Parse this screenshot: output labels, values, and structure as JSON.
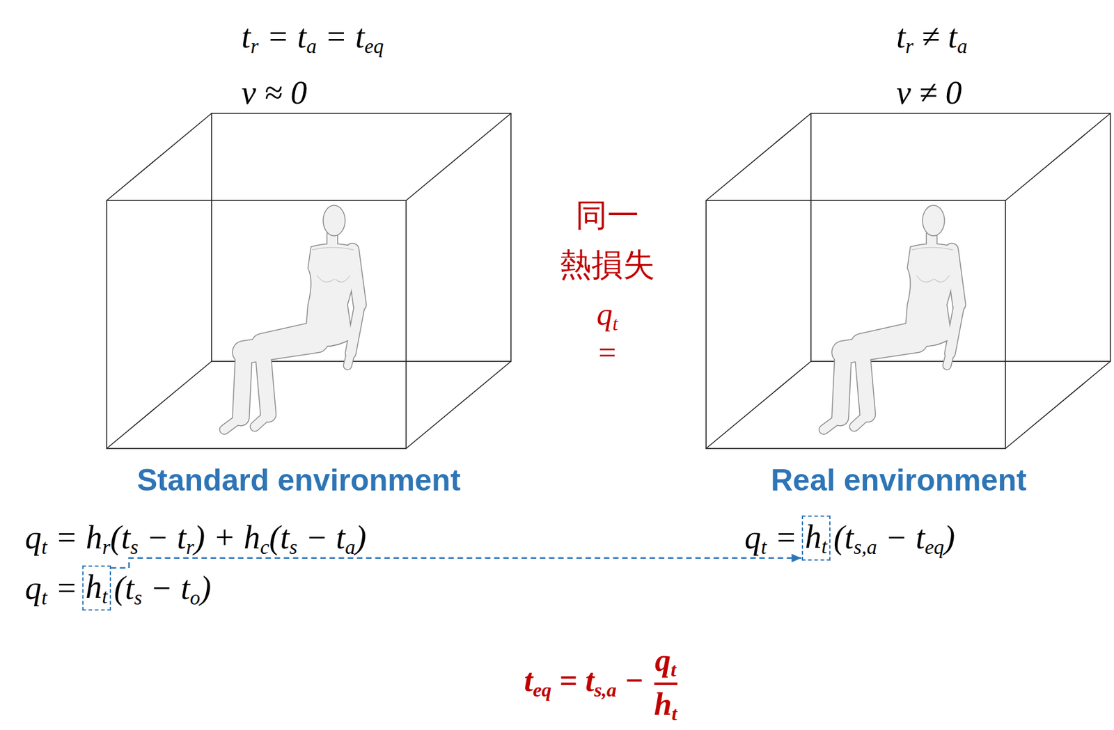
{
  "diagram": {
    "nodes": [
      {
        "text": [
          "h",
          "t"
        ]
      },
      {
        "text": [
          "h",
          "t"
        ]
      }
    ],
    "edges": [
      {
        "from": 0,
        "to": 1,
        "arrow": "to"
      }
    ],
    "labels": [
      "t",
      "r",
      " = t",
      "a",
      " = t",
      "eq",
      "v ≈ 0",
      "t",
      "r",
      " ≠ t",
      "a",
      "v ≠ 0",
      "同一",
      "熱損失",
      "q",
      "t",
      "=",
      "Standard environment",
      "Real environment",
      "q",
      "t",
      " = h",
      "r",
      "(t",
      "s",
      " − t",
      "r",
      ") + h",
      "c",
      "(t",
      "s",
      " − t",
      "a",
      ")",
      "q",
      "t",
      " = ",
      "(t",
      "s",
      " − t",
      "o",
      ")",
      "q",
      "t",
      " = ",
      "(t",
      "s,a",
      " − t",
      "eq",
      ")",
      "t",
      "eq",
      " = t",
      "s,a",
      " − ",
      "q",
      "t",
      "h",
      "t"
    ]
  }
}
